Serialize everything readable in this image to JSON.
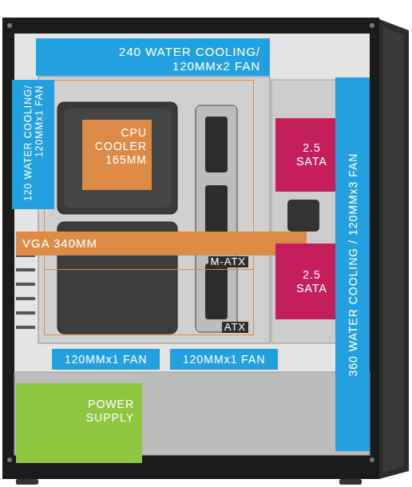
{
  "diagram": {
    "nodes": [
      {
        "text": [
          "240 WATER COOLING/ 120MMx2 FAN"
        ]
      },
      {
        "text": [
          "120 WATER COOLING/ 120MMx1 FAN"
        ]
      },
      {
        "text": [
          "ATX"
        ]
      },
      {
        "text": [
          "M-ATX"
        ],
        "in": 2
      },
      {
        "text": [
          "CPU COOLER 165MM"
        ],
        "in": 3
      },
      {
        "text": [
          "2.5 SATA"
        ]
      },
      {
        "text": [
          "360 WATER COOLING / 120MMx3 FAN"
        ]
      },
      {
        "text": [
          "VGA 340MM"
        ]
      },
      {
        "text": [
          "2.5 SATA"
        ]
      },
      {
        "text": [
          "120MMx1 FAN"
        ]
      },
      {
        "text": [
          "120MMx1 FAN"
        ]
      },
      {
        "text": [
          "POWER SUPPLY"
        ]
      }
    ]
  }
}
